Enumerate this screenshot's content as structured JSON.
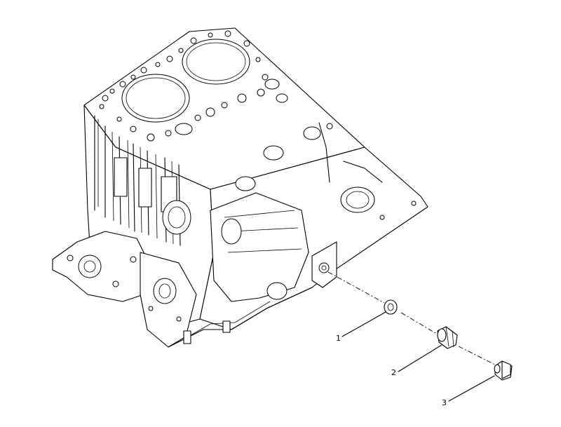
{
  "callouts": [
    {
      "label": "1"
    },
    {
      "label": "2"
    },
    {
      "label": "3"
    }
  ]
}
